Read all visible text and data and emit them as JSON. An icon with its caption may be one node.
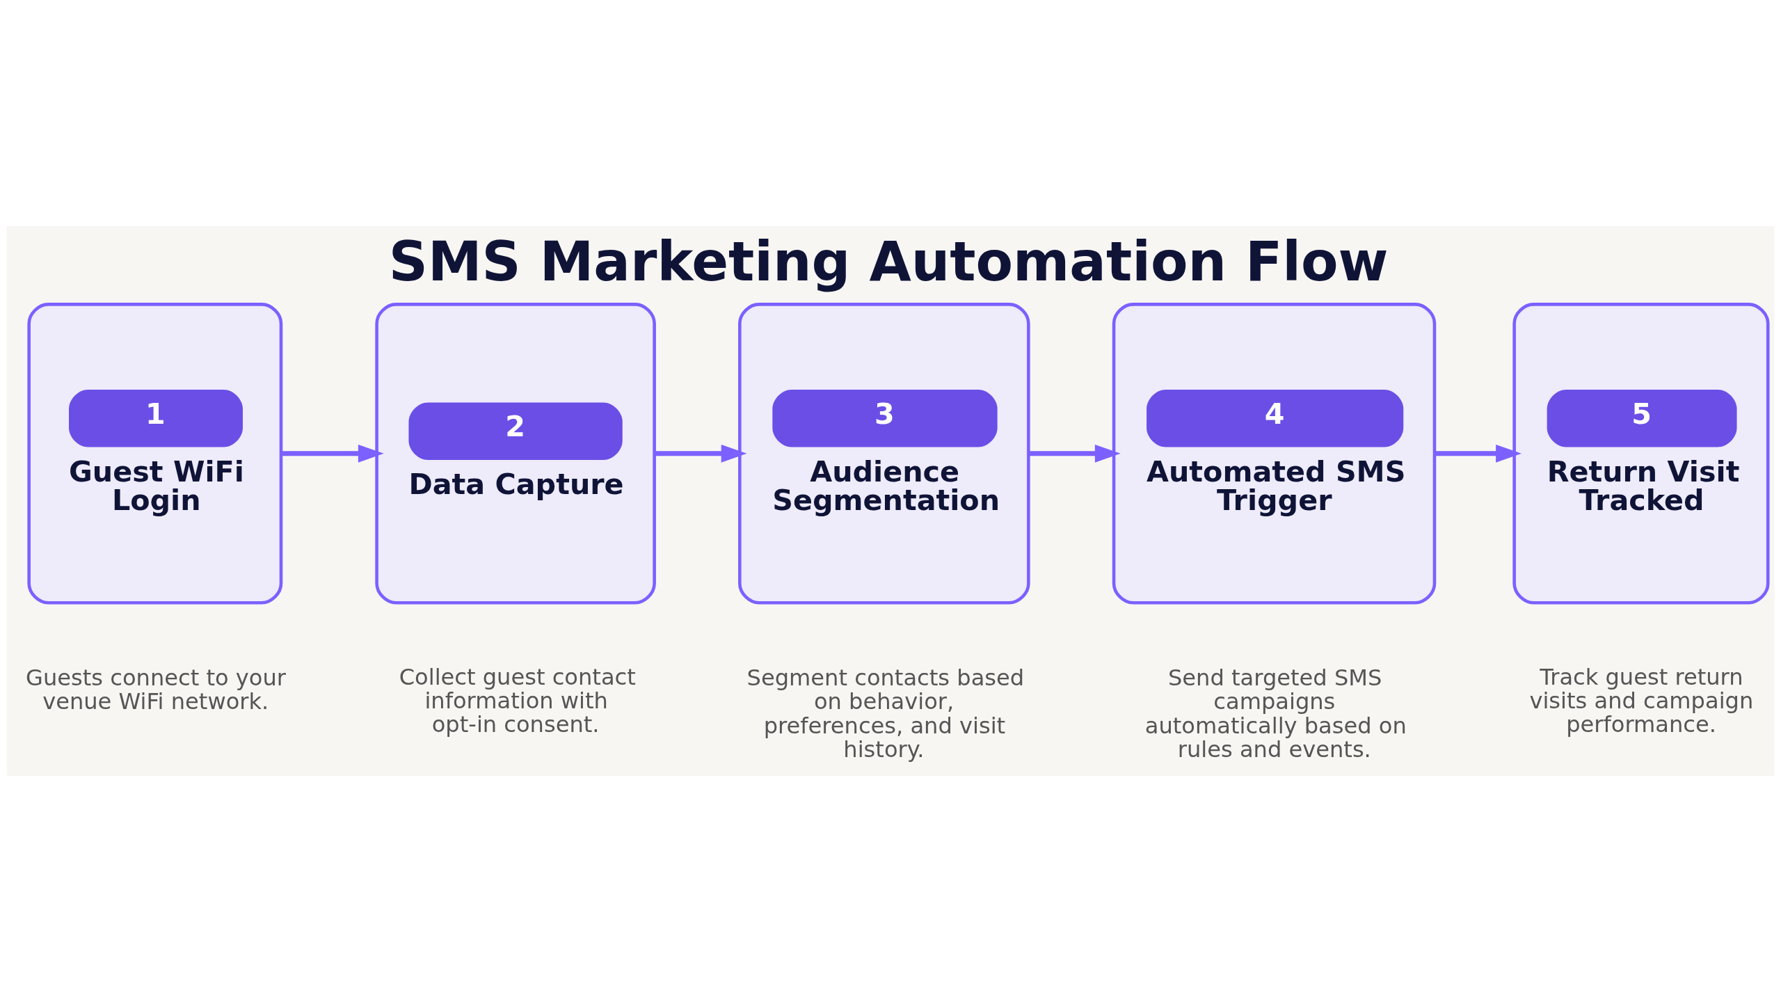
{
  "diagram": {
    "title": "SMS Marketing Automation Flow",
    "nodes": [
      {
        "text": [
          "1",
          "Guest WiFi Login"
        ],
        "beside": [
          "Guests connect to your venue WiFi network."
        ]
      },
      {
        "text": [
          "2",
          "Data Capture"
        ],
        "beside": [
          "Collect guest contact information with opt-in consent."
        ]
      },
      {
        "text": [
          "3",
          "Audience Segmentation"
        ],
        "beside": [
          "Segment contacts based on behavior, preferences, and visit history."
        ]
      },
      {
        "text": [
          "4",
          "Automated SMS Trigger"
        ],
        "beside": [
          "Send targeted SMS campaigns automatically based on rules and events."
        ]
      },
      {
        "text": [
          "5",
          "Return Visit Tracked"
        ],
        "beside": [
          "Track guest return visits and campaign performance."
        ]
      }
    ],
    "edges": [
      {
        "from": 0,
        "to": 1,
        "arrow": "to"
      },
      {
        "from": 1,
        "to": 2,
        "arrow": "to"
      },
      {
        "from": 2,
        "to": 3,
        "arrow": "to"
      },
      {
        "from": 3,
        "to": 4,
        "arrow": "to"
      }
    ]
  }
}
